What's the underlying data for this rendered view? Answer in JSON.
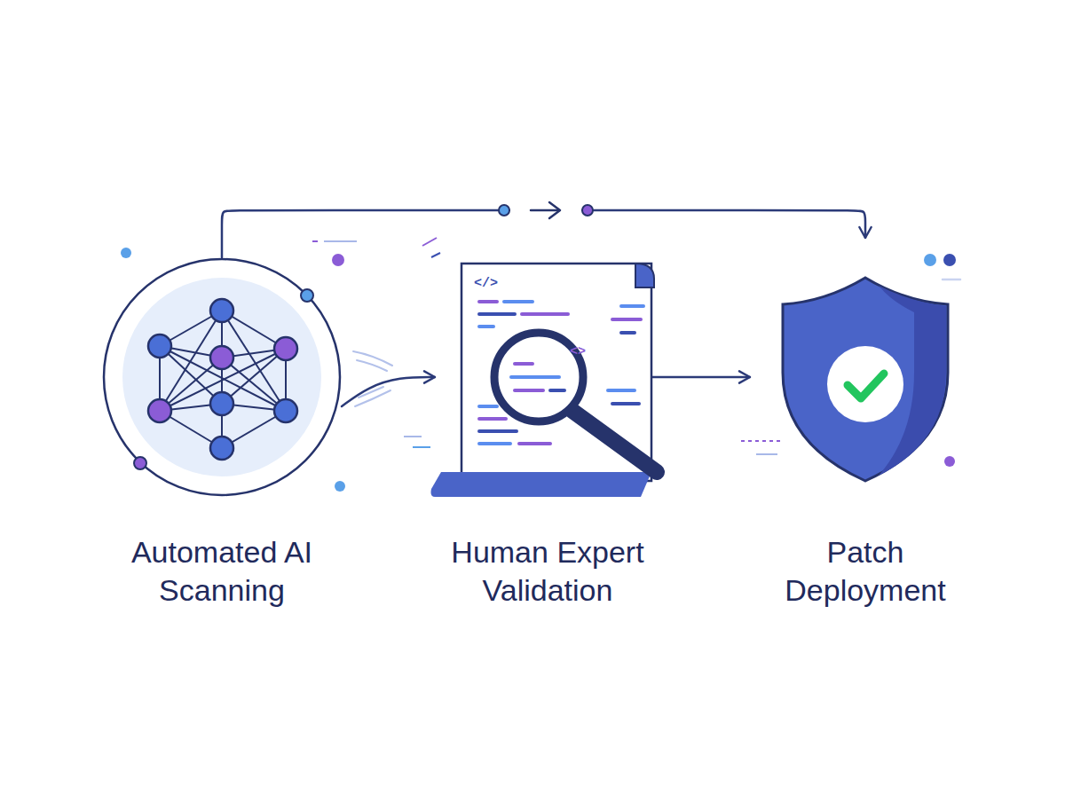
{
  "diagram": {
    "nodes": [
      {
        "text": [
          "Automated AI Scanning"
        ]
      },
      {
        "text": [
          "Human Expert Validation"
        ]
      },
      {
        "text": [
          "Patch Deployment"
        ]
      }
    ],
    "edges": [
      {
        "from": 0,
        "to": 1,
        "arrow": "to"
      },
      {
        "from": 1,
        "to": 2,
        "arrow": "to"
      },
      {
        "from": 0,
        "to": 2,
        "arrow": "to"
      }
    ],
    "labels": [
      "</>",
      "<>"
    ]
  }
}
